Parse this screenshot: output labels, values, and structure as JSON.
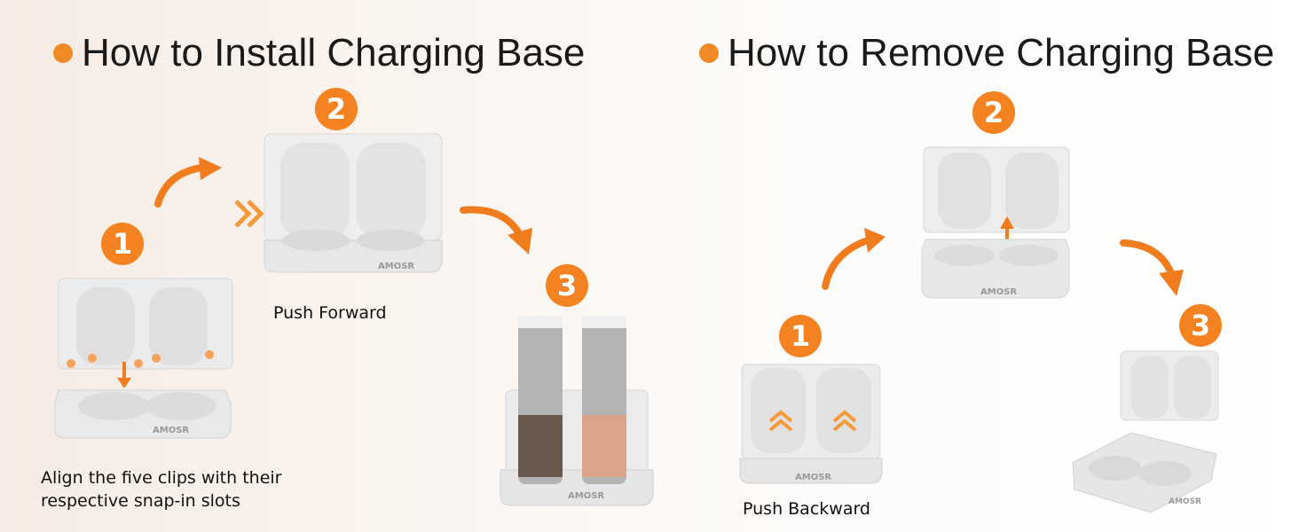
{
  "install": {
    "title": "How to Install Charging Base",
    "steps": [
      "1",
      "2",
      "3"
    ],
    "step1_caption": "Align the five clips with their respective snap-in slots",
    "step2_caption": "Push Forward"
  },
  "remove": {
    "title": "How to Remove Charging Base",
    "steps": [
      "1",
      "2",
      "3"
    ],
    "step1_caption": "Push Backward"
  },
  "brand": "AMOSR",
  "colors": {
    "accent": "#f58220",
    "bullet": "#f08a24",
    "device": "#e6e6e6"
  }
}
